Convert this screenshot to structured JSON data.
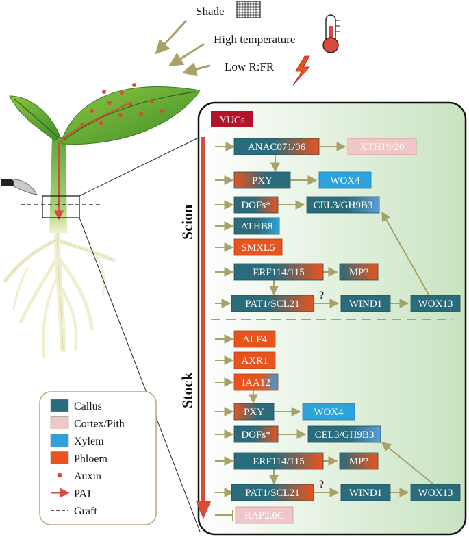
{
  "environment": {
    "factors": [
      "Shade",
      "High temperature",
      "Low R:FR"
    ]
  },
  "colors": {
    "callus": "#2a6c7b",
    "cortex_pith": "#e8b4b4",
    "xylem": "#2ea3db",
    "phloem": "#e8541e",
    "auxin": "#d84a3a",
    "yucs": "#b3132a",
    "arrow": "#a8a26a",
    "panel_border": "#111111",
    "panel_green": "#cfe6c8"
  },
  "legend": {
    "items": [
      {
        "label": "Callus",
        "kind": "swatch",
        "color": "#2a6c7b"
      },
      {
        "label": "Cortex/Pith",
        "kind": "swatch",
        "color": "#f0c6c6"
      },
      {
        "label": "Xylem",
        "kind": "swatch",
        "color": "#2ea3db"
      },
      {
        "label": "Phloem",
        "kind": "swatch",
        "color": "#e8541e"
      },
      {
        "label": "Auxin",
        "kind": "dot",
        "color": "#d84a3a"
      },
      {
        "label": "PAT",
        "kind": "arrow",
        "color": "#d84a3a"
      },
      {
        "label": "Graft",
        "kind": "dash",
        "color": "#222222"
      }
    ]
  },
  "panel": {
    "header": "YUCs",
    "scion_label": "Scion",
    "stock_label": "Stock",
    "scion": {
      "anac": "ANAC071/96",
      "xth": "XTH19/20",
      "pxy": "PXY",
      "wox4": "WOX4",
      "dofs": "DOFs*",
      "cel3": "CEL3/GH9B3",
      "athb8": "ATHB8",
      "smxl5": "SMXL5",
      "erf": "ERF114/115",
      "mp": "MP?",
      "pat1": "PAT1/SCL21",
      "q": "?",
      "wind1": "WIND1",
      "wox13": "WOX13"
    },
    "stock": {
      "alf4": "ALF4",
      "axr1": "AXR1",
      "iaa12": "IAA12",
      "pxy": "PXY",
      "wox4": "WOX4",
      "dofs": "DOFs*",
      "cel3": "CEL3/GH9B3",
      "erf": "ERF114/115",
      "mp": "MP?",
      "pat1": "PAT1/SCL21",
      "q": "?",
      "wind1": "WIND1",
      "wox13": "WOX13",
      "rap": "RAP2.6C"
    }
  }
}
